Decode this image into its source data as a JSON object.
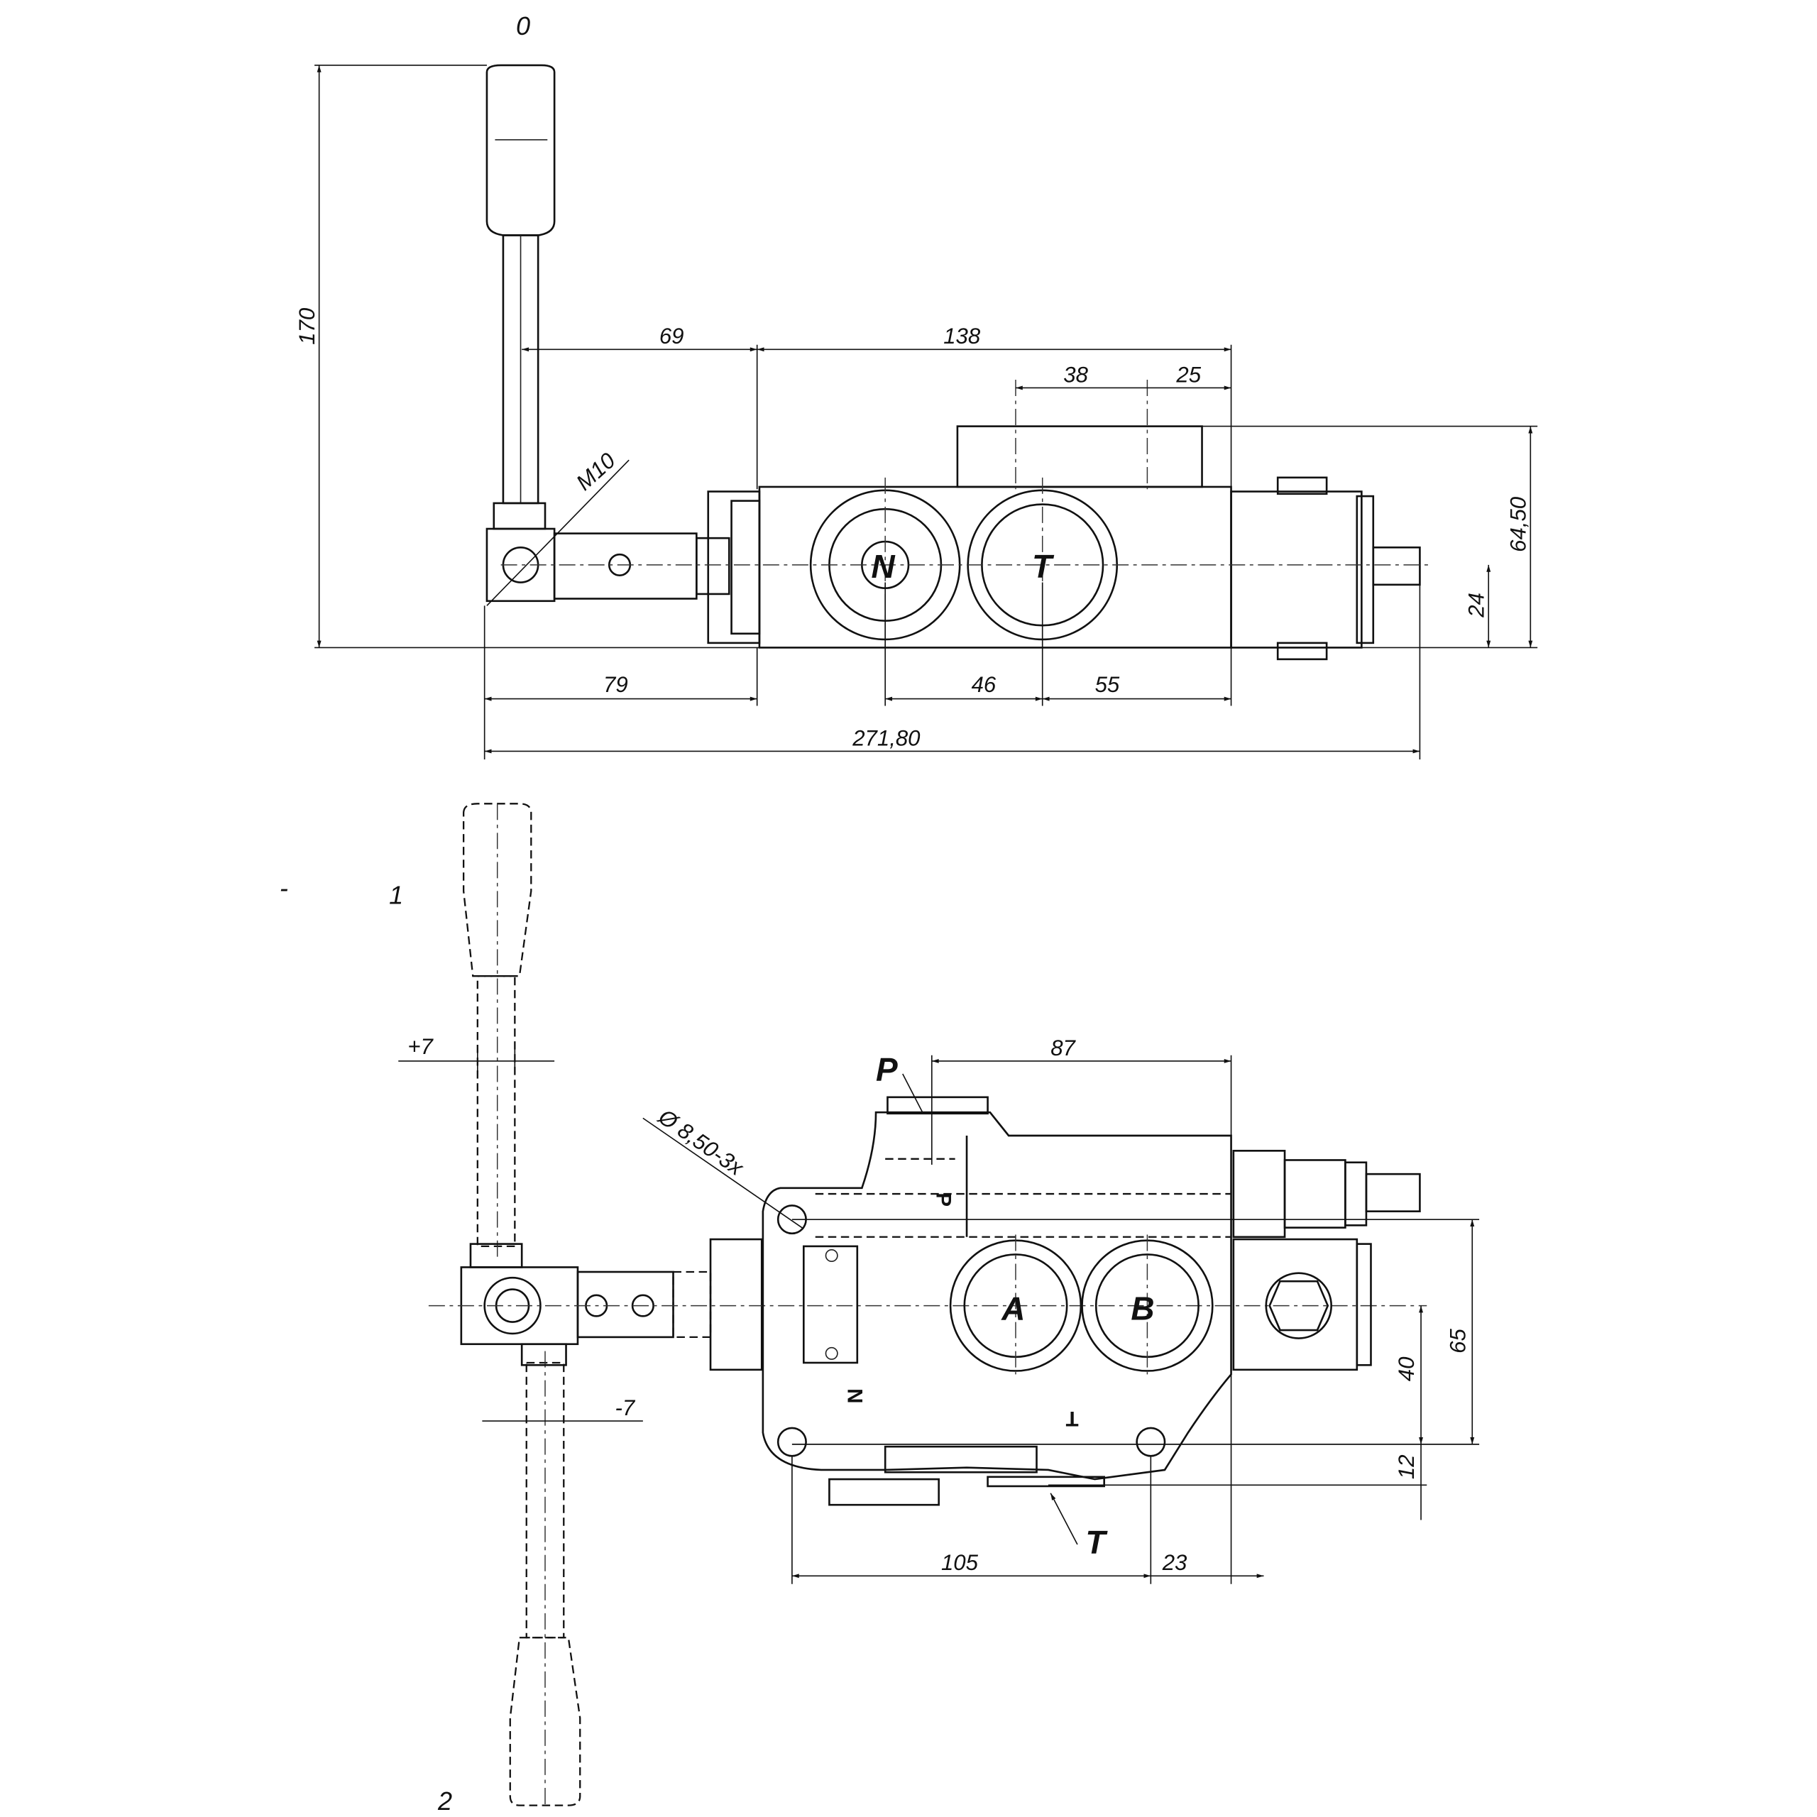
{
  "top_view": {
    "position_label": "0",
    "dims": {
      "height_total": "170",
      "lever_to_body": "69",
      "body_length": "138",
      "port_spacing_1": "38",
      "port_spacing_2": "25",
      "thread": "M10",
      "height_body": "64,50",
      "axis_height": "24",
      "lever_offset": "79",
      "n_to_t": "46",
      "t_to_end": "55",
      "overall_length": "271,80"
    },
    "ports": {
      "n": "N",
      "t": "T"
    }
  },
  "front_view": {
    "position_labels": {
      "up": "1",
      "down": "2",
      "dash": "-"
    },
    "dims": {
      "plus": "+7",
      "minus": "-7",
      "p_offset": "87",
      "mount_hole": "Ø 8,50-3x",
      "hole_vertical": "65",
      "axis_to_hole": "40",
      "hole_to_base": "12",
      "hole_spacing": "105",
      "hole_to_end": "23"
    },
    "ports": {
      "p": "P",
      "a": "A",
      "b": "B",
      "t": "T",
      "n_small": "N",
      "t_small": "T",
      "p_small": "P"
    }
  }
}
